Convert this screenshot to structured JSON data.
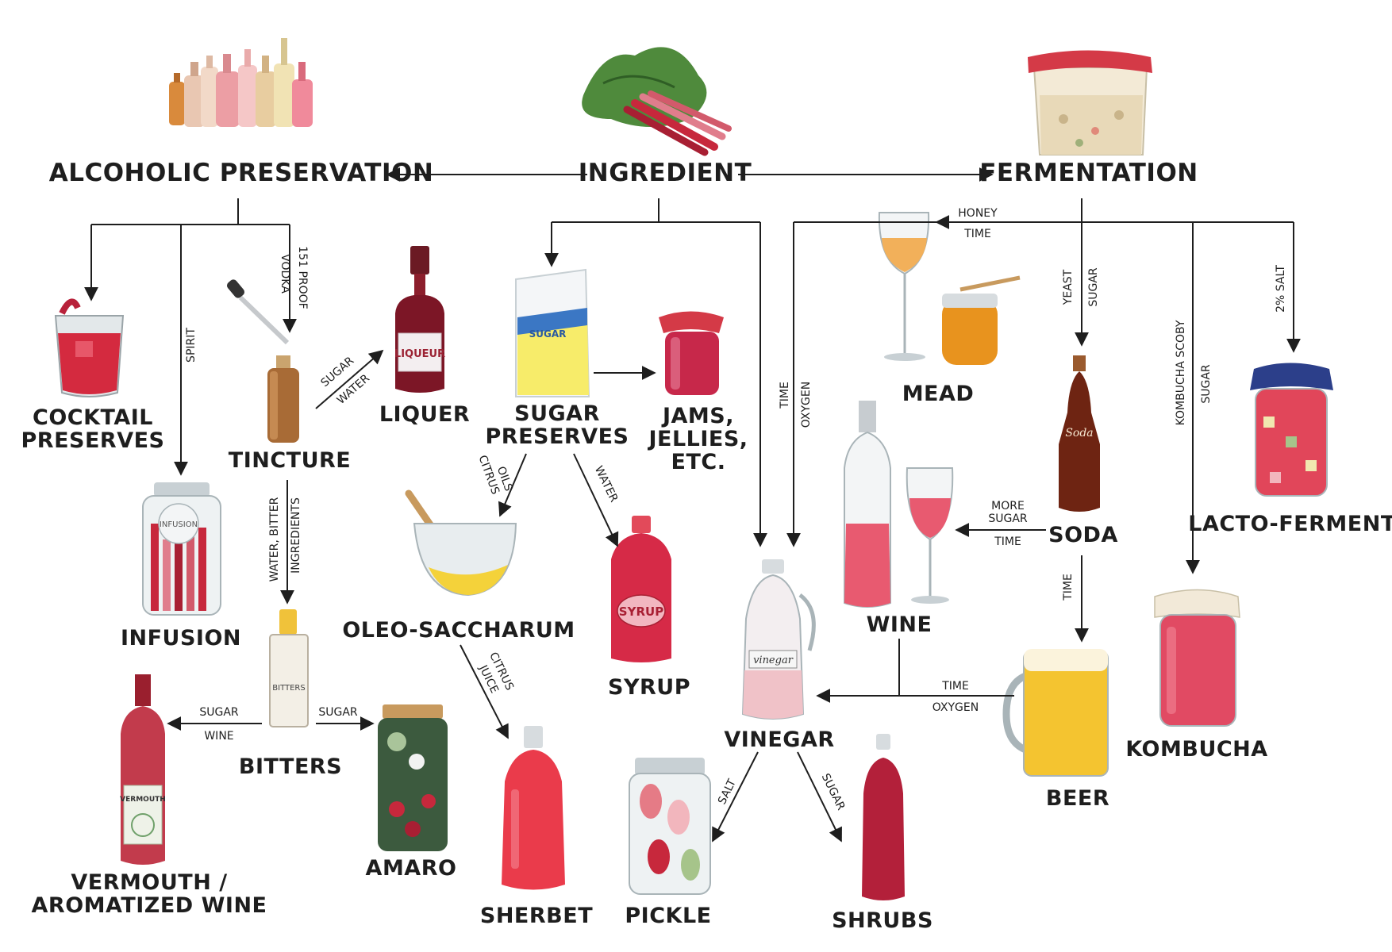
{
  "nodes": {
    "ingredient": "INGREDIENT",
    "alcoholic_preservation": "ALCOHOLIC PRESERVATION",
    "fermentation": "FERMENTATION",
    "cocktail_preserves": [
      "COCKTAIL",
      "PRESERVES"
    ],
    "infusion": "INFUSION",
    "tincture": "TINCTURE",
    "liquer": "LIQUER",
    "bitters": "BITTERS",
    "vermouth": [
      "VERMOUTH /",
      "AROMATIZED WINE"
    ],
    "amaro": "AMARO",
    "sugar_preserves": [
      "SUGAR",
      "PRESERVES"
    ],
    "jams": [
      "JAMS,",
      "JELLIES,",
      "ETC."
    ],
    "oleo_saccharum": "OLEO-SACCHARUM",
    "syrup": "SYRUP",
    "sherbet": "SHERBET",
    "vinegar": "VINEGAR",
    "pickle": "PICKLE",
    "shrubs": "SHRUBS",
    "mead": "MEAD",
    "wine": "WINE",
    "soda": "SODA",
    "beer": "BEER",
    "kombucha": "KOMBUCHA",
    "lacto_ferment": "LACTO-FERMENT"
  },
  "edge_labels": {
    "spirit": "SPIRIT",
    "vodka": "VODKA",
    "proof": "151 PROOF",
    "tincture_sugar": "SUGAR",
    "tincture_water": "WATER",
    "water_bitter": "WATER, BITTER",
    "ingredients": "INGREDIENTS",
    "bitters_sugar_left": "SUGAR",
    "bitters_wine": "WINE",
    "bitters_sugar_right": "SUGAR",
    "citrus": "CITRUS",
    "oils": "OILS",
    "water": "WATER",
    "citrus_juice_1": "CITRUS",
    "citrus_juice_2": "JUICE",
    "vinegar_time": "TIME",
    "vinegar_oxygen": "OXYGEN",
    "honey": "HONEY",
    "mead_time": "TIME",
    "yeast": "YEAST",
    "soda_sugar": "SUGAR",
    "kombucha_scoby": "KOMBUCHA SCOBY",
    "kombucha_sugar": "SUGAR",
    "salt_pct": "2% SALT",
    "more": "MORE",
    "more_sugar": "SUGAR",
    "wine_time": "TIME",
    "beer_time": "TIME",
    "beer_vinegar_time": "TIME",
    "beer_vinegar_oxygen": "OXYGEN",
    "salt": "SALT",
    "shrub_sugar": "SUGAR"
  },
  "illustration_text": {
    "liqueur_label": "LIQUEUR",
    "sugar_bag": "SUGAR",
    "infusion_tag": "INFUSION",
    "bitters_label": "BITTERS",
    "vermouth_label": "VERMOUTH",
    "syrup_label": "SYRUP",
    "soda_label": "Soda",
    "vinegar_label": "vinegar"
  },
  "colors": {
    "ink": "#1e1e1e",
    "rhubarb_red": "#c7283c",
    "rhubarb_pink": "#e07d8c",
    "leaf_green": "#4f8a3c",
    "honey": "#e8931e",
    "amber": "#a86b36",
    "beer": "#f4c430",
    "lid_red": "#d43a47",
    "glass_grey": "#c8d0d4"
  }
}
